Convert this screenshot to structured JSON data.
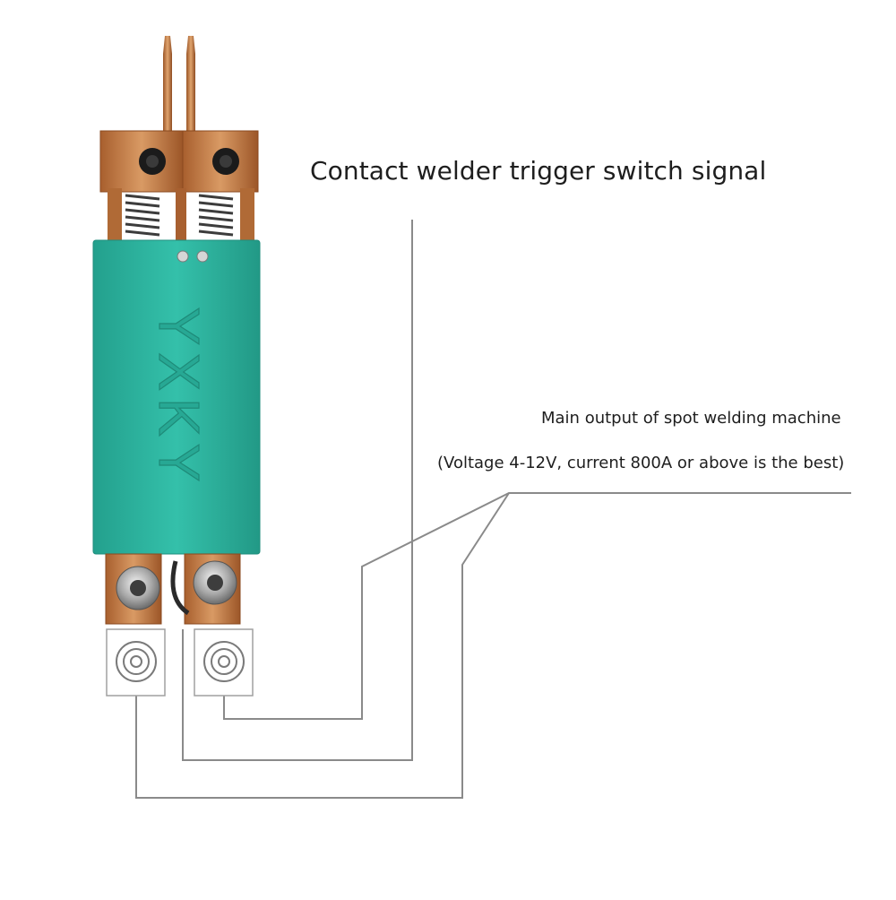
{
  "labels": {
    "trigger_signal": "Contact welder trigger switch signal",
    "main_output_line1": "Main output of spot welding machine",
    "main_output_line2": "(Voltage 4-12V, current 800A or above is the best)"
  },
  "device": {
    "brand_text": "YXKY"
  },
  "colors": {
    "body_teal": "#2fb8a3",
    "copper": "#c07a44",
    "wire_gray": "#8a8a8a",
    "text": "#1e1e1e"
  }
}
